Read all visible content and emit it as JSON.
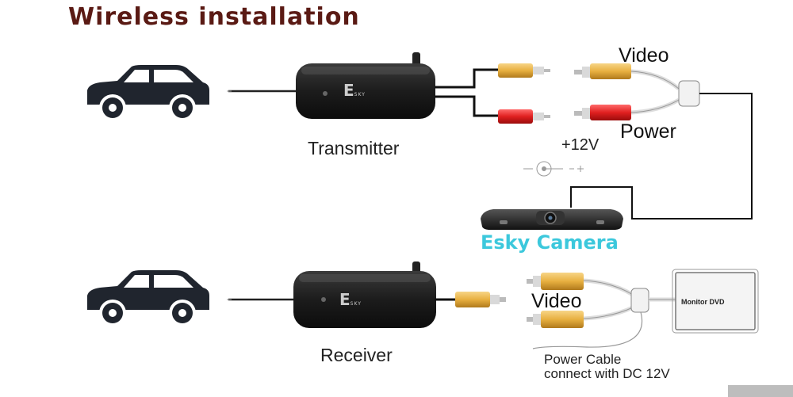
{
  "title": "Wireless installation",
  "labels": {
    "transmitter": "Transmitter",
    "receiver": "Receiver",
    "video_top": "Video",
    "power": "Power",
    "plus12v": "+12V",
    "camera": "Esky Camera",
    "video_bottom": "Video",
    "power_cable_line1": "Power Cable",
    "power_cable_line2": "connect with DC 12V",
    "monitor": "Monitor DVD"
  },
  "logo": {
    "letter": "E",
    "text": "SKY"
  },
  "colors": {
    "title": "#5a1a14",
    "camera_label": "#3cc8dc",
    "connector_yellow": "#e8b040",
    "connector_red": "#e02020",
    "device_black": "#1c1c1c"
  },
  "icons": [
    "car-icon",
    "transmitter-device",
    "receiver-device",
    "rca-video-connector",
    "rca-power-connector",
    "dc-polarity-symbol",
    "license-plate-camera",
    "monitor-dvd-box"
  ]
}
